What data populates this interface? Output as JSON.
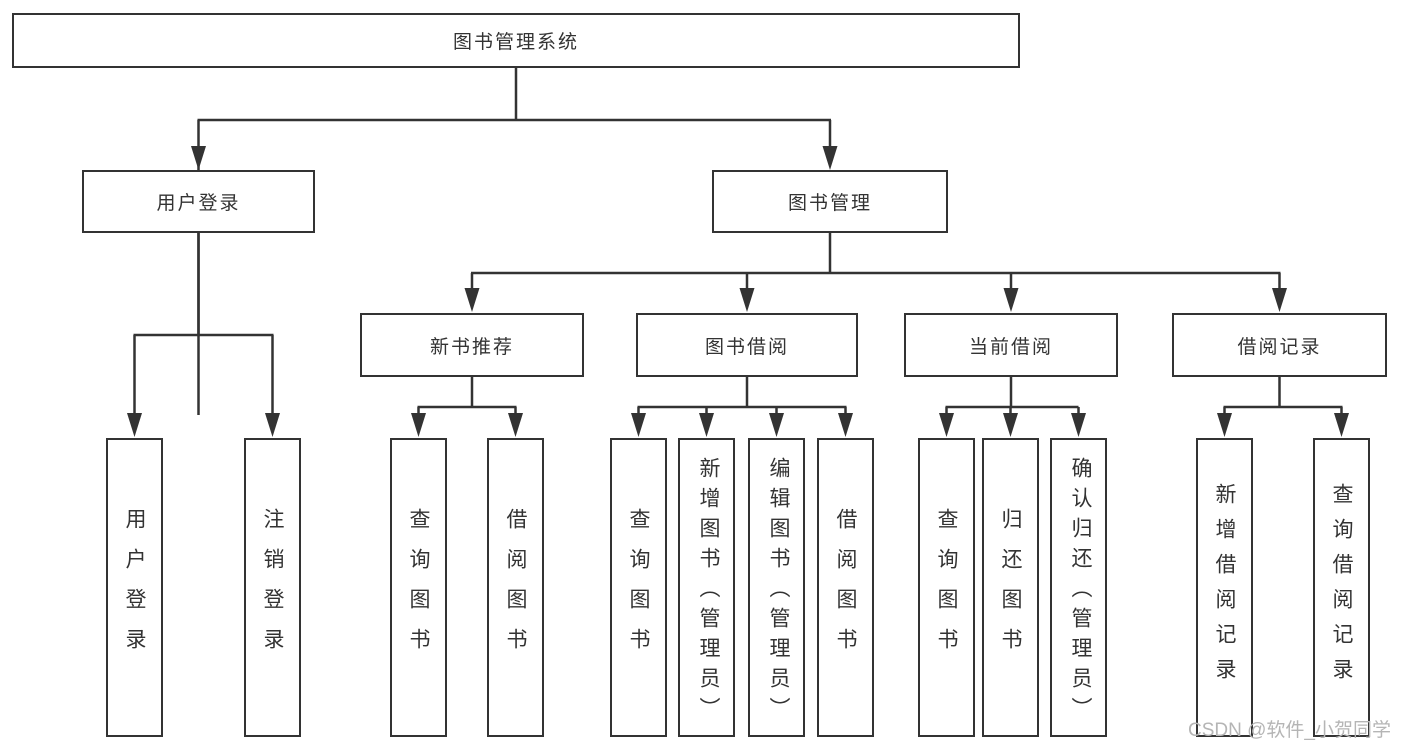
{
  "diagram": {
    "root": {
      "label": "图书管理系统"
    },
    "level2": [
      {
        "label": "用户登录"
      },
      {
        "label": "图书管理"
      }
    ],
    "level3": [
      {
        "label": "新书推荐"
      },
      {
        "label": "图书借阅"
      },
      {
        "label": "当前借阅"
      },
      {
        "label": "借阅记录"
      }
    ],
    "leaves": {
      "user_login": [
        {
          "label": "用户登录"
        },
        {
          "label": "注销登录"
        }
      ],
      "new_book": [
        {
          "label": "查询图书"
        },
        {
          "label": "借阅图书"
        }
      ],
      "borrow": [
        {
          "label": "查询图书"
        },
        {
          "label": "新增图书（管理员）"
        },
        {
          "label": "编辑图书（管理员）"
        },
        {
          "label": "借阅图书"
        }
      ],
      "current": [
        {
          "label": "查询图书"
        },
        {
          "label": "归还图书"
        },
        {
          "label": "确认归还（管理员）"
        }
      ],
      "records": [
        {
          "label": "新增借阅记录"
        },
        {
          "label": "查询借阅记录"
        }
      ]
    }
  },
  "watermark": "CSDN @软件_小贺同学",
  "colors": {
    "line": "#333333",
    "fill": "#ffffff",
    "text": "#333333",
    "watermark": "#b5b5b5"
  }
}
